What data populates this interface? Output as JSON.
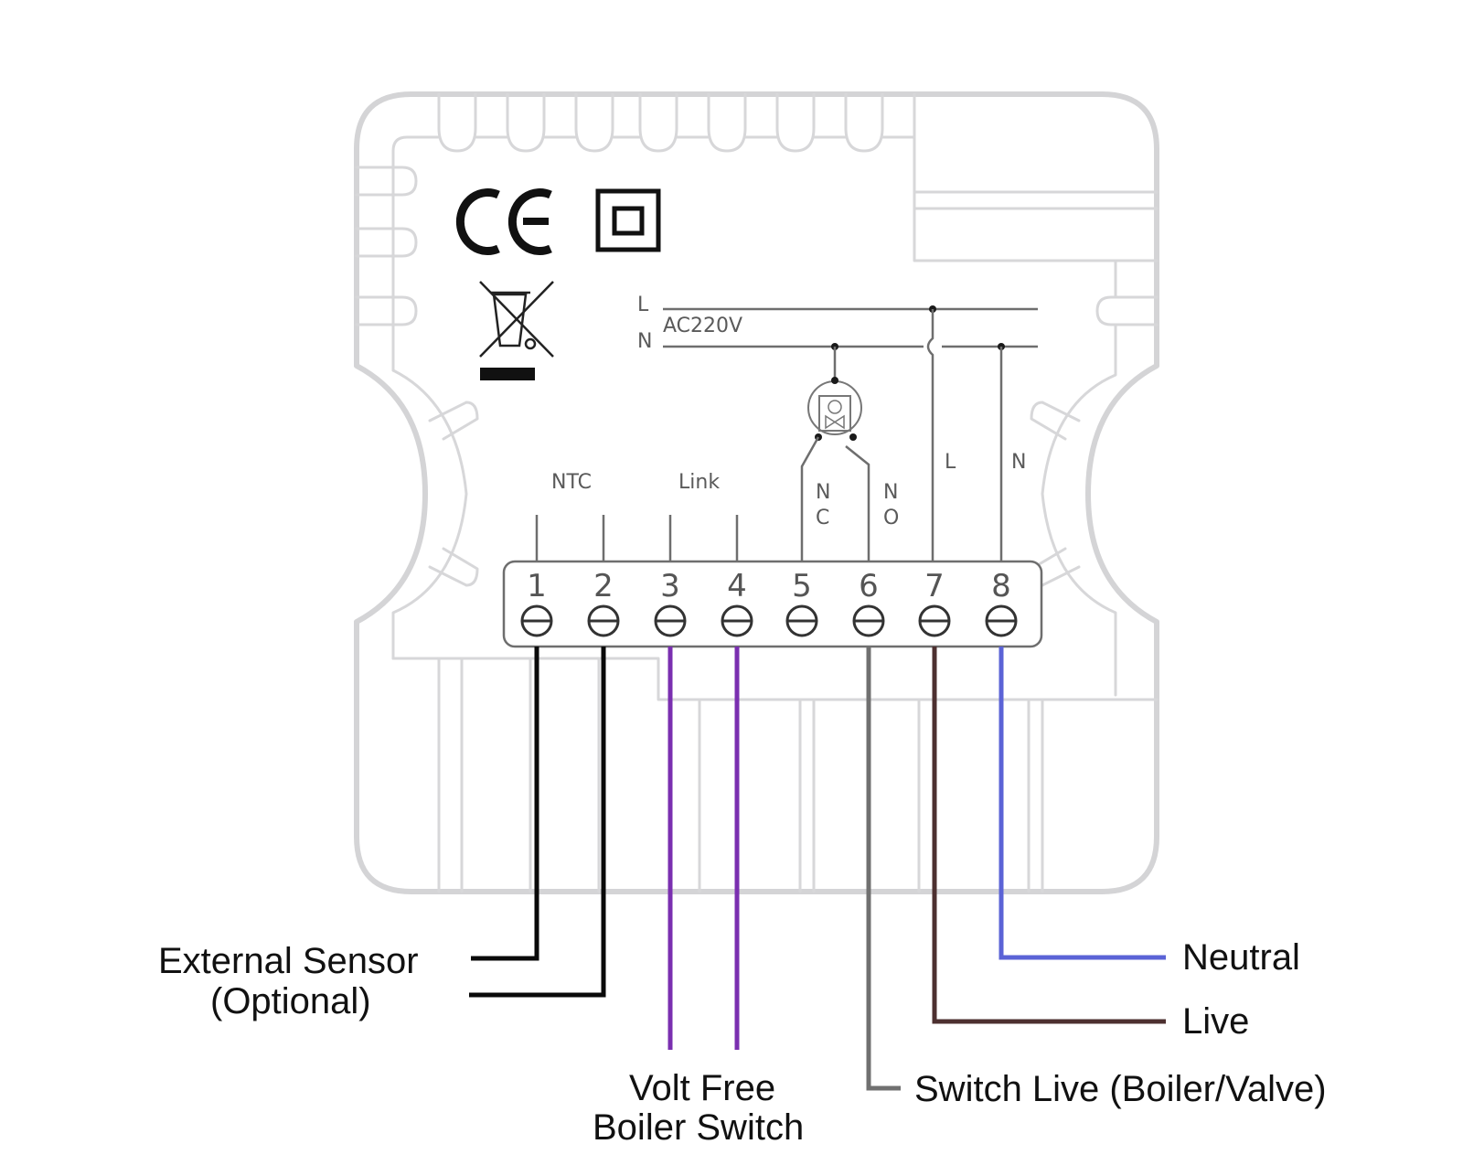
{
  "diagram": {
    "title_marks": {
      "ce_mark": "CE",
      "class_ii_symbol": "double-square",
      "weee_symbol": "crossed-out-wheelie-bin"
    },
    "supply": {
      "line_label": "L",
      "neutral_label": "N",
      "voltage_label": "AC220V"
    },
    "group_labels": {
      "ntc": "NTC",
      "link": "Link",
      "nc": [
        "N",
        "C"
      ],
      "no": [
        "N",
        "O"
      ],
      "l": "L",
      "n": "N"
    },
    "terminals": [
      {
        "number": "1",
        "group": "NTC"
      },
      {
        "number": "2",
        "group": "NTC"
      },
      {
        "number": "3",
        "group": "Link"
      },
      {
        "number": "4",
        "group": "Link"
      },
      {
        "number": "5",
        "group": "NC"
      },
      {
        "number": "6",
        "group": "NO"
      },
      {
        "number": "7",
        "group": "L"
      },
      {
        "number": "8",
        "group": "N"
      }
    ],
    "wires": [
      {
        "name": "external-sensor",
        "label_lines": [
          "External Sensor",
          "(Optional)"
        ],
        "terminals": [
          "1",
          "2"
        ],
        "color": "#0a0a0a"
      },
      {
        "name": "volt-free-boiler-switch",
        "label_lines": [
          "Volt Free",
          "Boiler Switch"
        ],
        "terminals": [
          "3",
          "4"
        ],
        "color": "#7a2fb0"
      },
      {
        "name": "switch-live",
        "label_lines": [
          "Switch Live (Boiler/Valve)"
        ],
        "terminals": [
          "6"
        ],
        "color": "#707070"
      },
      {
        "name": "live",
        "label_lines": [
          "Live"
        ],
        "terminals": [
          "7"
        ],
        "color": "#4d3030"
      },
      {
        "name": "neutral",
        "label_lines": [
          "Neutral"
        ],
        "terminals": [
          "8"
        ],
        "color": "#5b63d6"
      }
    ],
    "actuator_icon": "motorised-valve"
  }
}
